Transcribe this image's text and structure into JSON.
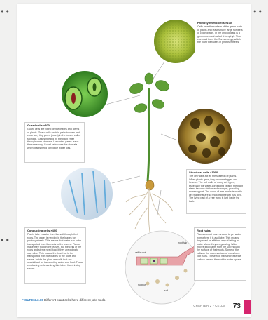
{
  "decor": {
    "left_dots": "••",
    "right_dots": "••"
  },
  "photo": {
    "title": "Photosynthetic cells ×100",
    "body": "Cells near the surface of the green parts of plants and leaves have large numbers of chloroplasts. In the chloroplasts is a green chemical called chlorophyll. This chemical traps the Sun's energy, which the plant then uses in photosynthesis."
  },
  "guard": {
    "title": "Guard cells ×800",
    "body": "Guard cells are found on the leaves and stems of plants. Guard cells work in pairs to open and close very tiny pores (holes) in the leaves called stomata. Gases needed by the plant enter through open stomata. Unwanted gases leave the same way. Guard cells close the stomata when plants need to reduce water loss."
  },
  "structural": {
    "title": "Structural cells ×1000",
    "body": "The cell walls act as the skeleton of plants. When plants grow, they become bigger and heavier. The cell walls of many cell types, especially the water-conducting cells in the plant stem, become thicker and stronger, providing more support. The wood of tree trunks is mostly cell walls that are so thick that the cell has died. The living part of a tree trunk is just inside the bark."
  },
  "conducting": {
    "title": "Conducting cells ×400",
    "body": "Plants take in water from the soil through their roots. The water is needed in the leaves for photosynthesis. This means that water has to be transported from the roots to the leaves. Plants make their food in the leaves, but the cells of the roots and stems need food if they are going to stay alive. This means the food has to be transported from the leaves to the roots and stems. Inside the plant are cells that are specialised for transporting water and food. These conducting cells are long thin tubes like drinking straws."
  },
  "roothair": {
    "title": "Root hairs",
    "body": "Plants cannot move around to get water from where it is available. This means they need an efficient way of taking in water where they are growing. Water moves into plants from the soil through the surface of their roots. Some of the cells on the outer surface of roots have root hairs. These root hairs increase the surface area of the root for water uptake."
  },
  "diagram": {
    "root_hair": "root hair",
    "cell_in_root": "cell in root",
    "nucleus": "nucleus",
    "soil": "soil"
  },
  "caption": {
    "figure": "FIGURE 2.3.10",
    "text": "Different plant cells have different jobs to do."
  },
  "footer": {
    "chapter": "CHAPTER 2 • CELLS",
    "page": "73"
  },
  "colors": {
    "accent_pink": "#d6256e",
    "caption_blue": "#2b7cc0",
    "leaf_green": "#4f8f2f"
  }
}
